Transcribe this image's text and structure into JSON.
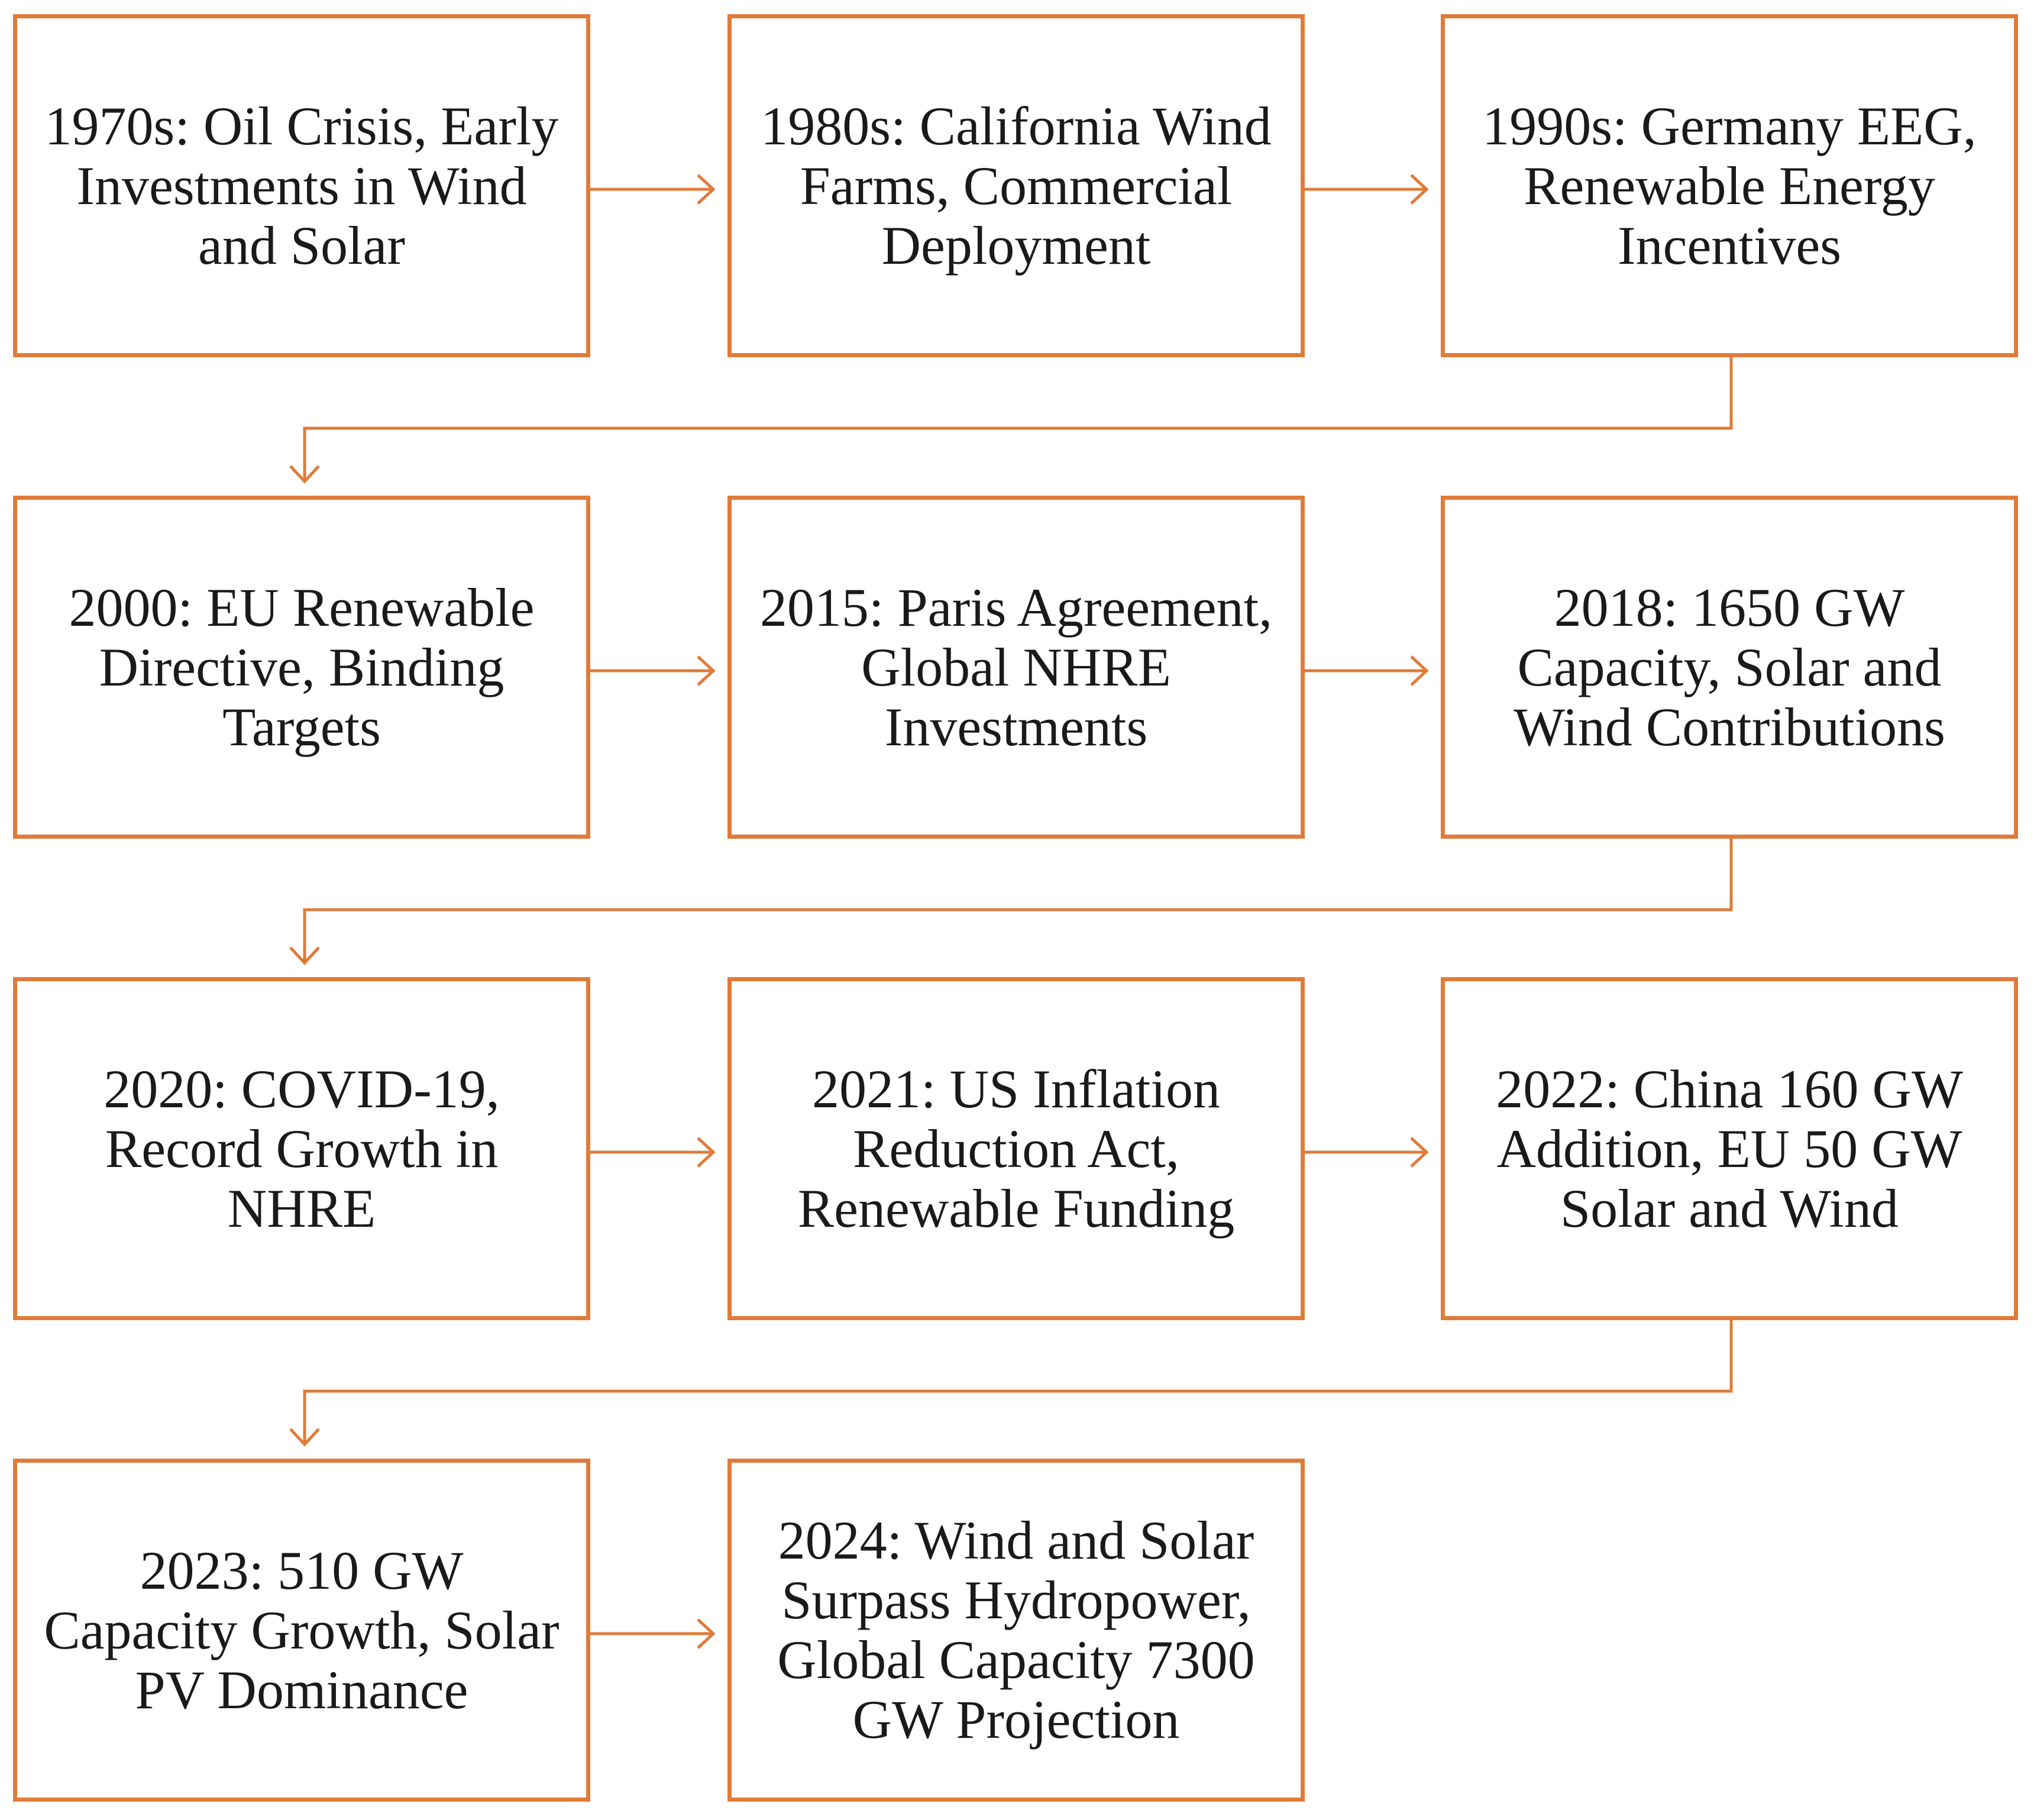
{
  "diagram": {
    "accent_color": "#e07b39",
    "steps": [
      {
        "text": "1970s: Oil Crisis, Early Investments in Wind and Solar"
      },
      {
        "text": "1980s: California Wind Farms, Commercial Deployment"
      },
      {
        "text": "1990s: Germany EEG, Renewable Energy Incentives"
      },
      {
        "text": "2000: EU Renewable Directive, Binding Targets"
      },
      {
        "text": "2015: Paris Agreement, Global NHRE Investments"
      },
      {
        "text": "2018: 1650 GW Capacity, Solar and Wind Contributions"
      },
      {
        "text": "2020: COVID-19, Record Growth in NHRE"
      },
      {
        "text": "2021: US Inflation Reduction Act, Renewable Funding"
      },
      {
        "text": "2022: China 160 GW Addition, EU 50 GW Solar and Wind"
      },
      {
        "text": "2023: 510 GW Capacity Growth, Solar PV Dominance"
      },
      {
        "text": "2024: Wind and Solar Surpass Hydropower, Global Capacity 7300 GW Projection"
      }
    ]
  }
}
